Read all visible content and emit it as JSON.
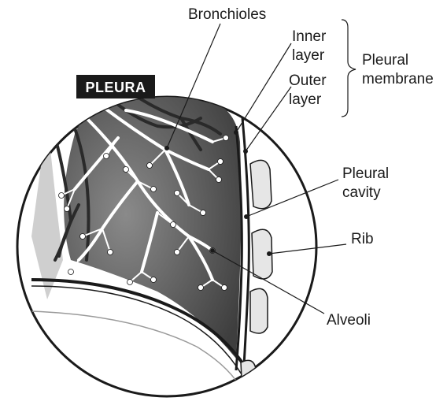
{
  "diagram": {
    "title": "PLEURA",
    "labels": {
      "bronchioles": "Bronchioles",
      "inner_layer_line1": "Inner",
      "inner_layer_line2": "layer",
      "outer_layer_line1": "Outer",
      "outer_layer_line2": "layer",
      "pleural_membrane_line1": "Pleural",
      "pleural_membrane_line2": "membrane",
      "pleural_cavity_line1": "Pleural",
      "pleural_cavity_line2": "cavity",
      "rib": "Rib",
      "alveoli": "Alveoli"
    },
    "colors": {
      "lung_tissue": "#5a5a5a",
      "lung_shade": "#c8c8c8",
      "airway": "#ffffff",
      "vessel": "#2a2a2a",
      "outline": "#1a1a1a",
      "rib": "#e6e6e6",
      "title_bg": "#1a1a1a"
    }
  }
}
